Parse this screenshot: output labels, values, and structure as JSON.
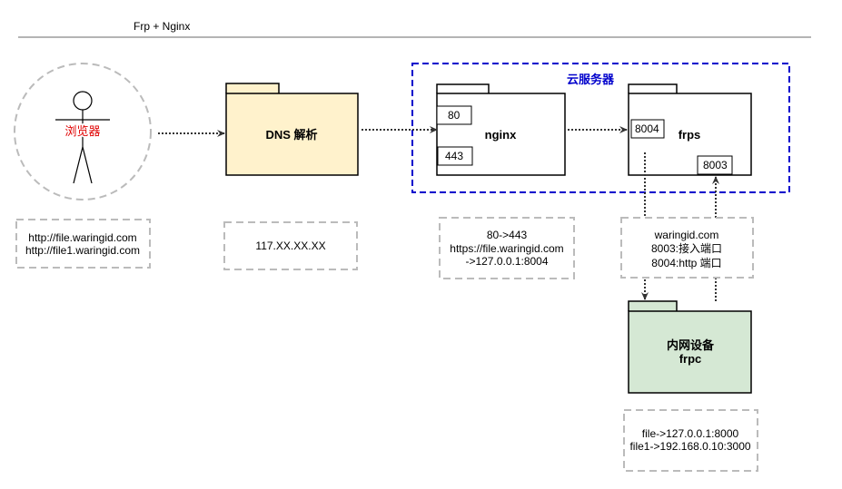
{
  "title": "Frp + Nginx",
  "colors": {
    "dns_fill": "#fff2cc",
    "frpc_fill": "#d5e8d4",
    "cloud_border": "#0000cc",
    "cloud_label": "#0000cc",
    "browser_label": "#e00000",
    "note_border": "#bbbbbb",
    "arrow": "#333333"
  },
  "browser": {
    "label": "浏览器",
    "icon": "stick-figure-icon"
  },
  "dns": {
    "label": "DNS 解析"
  },
  "cloud": {
    "label": "云服务器"
  },
  "nginx": {
    "label": "nginx",
    "port_top": "80",
    "port_bottom": "443"
  },
  "frps": {
    "label": "frps",
    "port_left": "8004",
    "port_right": "8003"
  },
  "frpc": {
    "label_line1": "内网设备",
    "label_line2": "frpc"
  },
  "notes": {
    "browser": [
      "http://file.waringid.com",
      "http://file1.waringid.com"
    ],
    "dns": [
      "117.XX.XX.XX"
    ],
    "nginx": [
      "80->443",
      "https://file.waringid.com",
      "->127.0.0.1:8004"
    ],
    "frps": [
      "waringid.com",
      "8003:接入端口",
      "8004:http 端口"
    ],
    "frpc": [
      "file->127.0.0.1:8000",
      "file1->192.168.0.10:3000"
    ]
  }
}
